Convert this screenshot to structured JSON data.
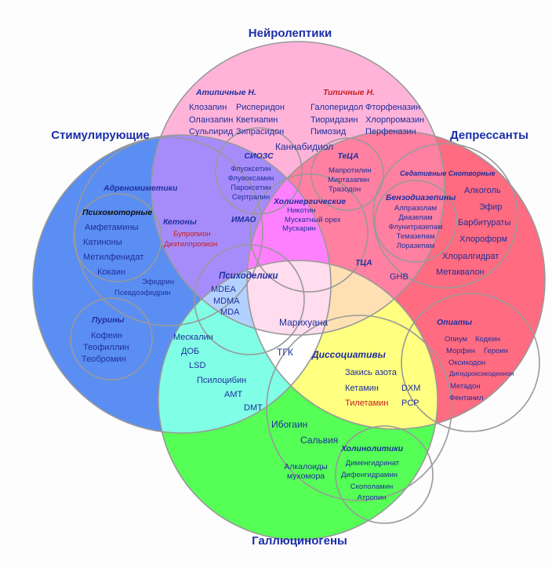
{
  "titles": {
    "neuroleptics": "Нейролептики",
    "stimulants": "Стимулирующие",
    "depressants": "Депрессанты",
    "hallucinogens": "Галлюциногены"
  },
  "colors": {
    "stimulants": "#5b8ef2",
    "depressants": "#ff6b80",
    "hallucinogens": "#55ff55",
    "neuroleptics": "#ffb3d9",
    "stim_neuro": "#a68cfa",
    "neuro_dep": "#ff80a0",
    "stim_halluc": "#80ffe6",
    "dep_halluc": "#ffff80",
    "stim_neuro_dep": "#ff80ff",
    "stim_neuro_halluc": "#b3d1ff",
    "neuro_dep_halluc": "#ffe0b3",
    "stim_dep_halluc": "#ffffff",
    "all": "#ffdcee"
  },
  "groups": {
    "atypical": {
      "label": "Атипичные Н.",
      "items": [
        "Клозапин",
        "Рисперидон",
        "Оланзапин",
        "Кветиапин",
        "Сульпирид",
        "Зипрасидон"
      ]
    },
    "typical": {
      "label": "Типичные Н.",
      "items": [
        "Галоперидол",
        "Фторфеназин",
        "Тиоридазин",
        "Хлорпромазин",
        "Пимозид",
        "Перфеназин"
      ]
    },
    "cannabidiol": "Каннабидиол",
    "ssri": {
      "label": "СИОЗС",
      "items": [
        "Флуоксетин",
        "Флувоксамин",
        "Пароксетин",
        "Сертралин"
      ]
    },
    "teca": {
      "label": "ТеЦА",
      "items": [
        "Мапротилин",
        "Миртазапин",
        "Тразодон"
      ]
    },
    "cholinergic": {
      "label": "Холинергические",
      "items": [
        "Никотин",
        "Мускатный орех",
        "Мускарин"
      ]
    },
    "maoi": "ИМАО",
    "tca": "ТЦА",
    "adrenomimetics": "Адреномиметики",
    "psychomotor": {
      "label": "Психомоторные",
      "items": [
        "Амфетамины",
        "Катиноны",
        "Метилфенидат",
        "Кокаин"
      ]
    },
    "ketones": {
      "label": "Кетоны",
      "items": [
        "Бупропион",
        "Диэтилпропион"
      ]
    },
    "ephedrine": [
      "Эфедрин",
      "Псевдоэфедрин"
    ],
    "purines": {
      "label": "Пурины",
      "items": [
        "Кофеин",
        "Теофиллин",
        "Теобромин"
      ]
    },
    "sedatives": "Седативные Снотворные",
    "benzodiazepines": {
      "label": "Бензодиазепины",
      "items": [
        "Алпразолам",
        "Диазепам",
        "Флунитразепам",
        "Темазепам",
        "Лоразепам"
      ]
    },
    "depressants_items": [
      "Алкоголь",
      "Эфир",
      "Барбитураты",
      "Хлороформ",
      "Хлоралгидрат",
      "Метаквалон"
    ],
    "ghb": "GHB",
    "psychedelics": {
      "label": "Психоделики",
      "items": [
        "MDEA",
        "MDMA",
        "MDA"
      ]
    },
    "marijuana": "Марихуана",
    "thc": "ТГК",
    "halluc_items": [
      "Мескалин",
      "ДОБ",
      "LSD",
      "Псилоцибин",
      "АМТ",
      "DMT"
    ],
    "dissociatives": {
      "label": "Диссоциативы",
      "items": [
        "Закись азота",
        "Кетамин",
        "DXM",
        "Тилетамин",
        "PCP"
      ]
    },
    "opiates": {
      "label": "Опиаты",
      "items": [
        "Опиум",
        "Кодеин",
        "Морфин",
        "Героин",
        "Оксикодон",
        "Дигидроксикодеинон",
        "Метадон",
        "Фентанил"
      ]
    },
    "ibogaine": "Ибогаин",
    "salvia": "Сальвия",
    "amanita": [
      "Алкалоиды",
      "мухомора"
    ],
    "anticholinergics": {
      "label": "Холинолитики",
      "items": [
        "Дименгидринат",
        "Дифенгидрамин",
        "Скополамин",
        "Атропин"
      ]
    }
  }
}
